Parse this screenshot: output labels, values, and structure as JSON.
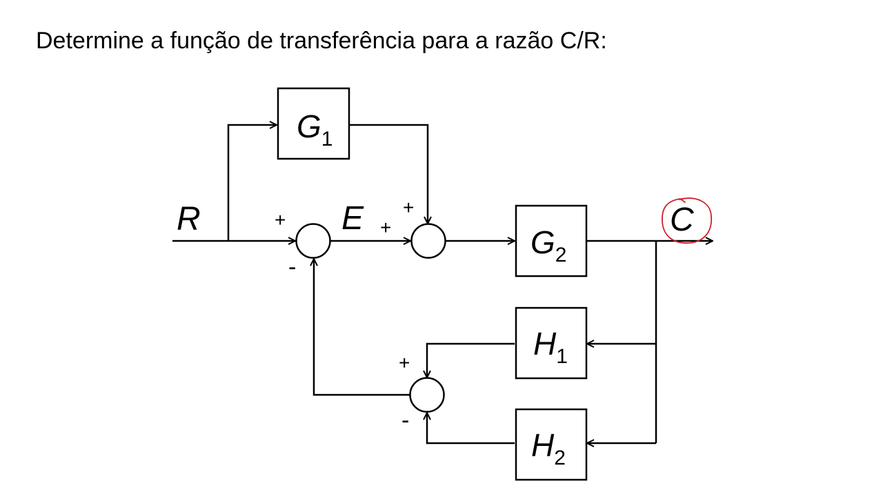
{
  "prompt": "Determine a função de transferência para a razão C/R:",
  "signals": {
    "input": "R",
    "error": "E",
    "output": "C"
  },
  "blocks": {
    "g1": {
      "name": "G",
      "sub": "1"
    },
    "g2": {
      "name": "G",
      "sub": "2"
    },
    "h1": {
      "name": "H",
      "sub": "1"
    },
    "h2": {
      "name": "H",
      "sub": "2"
    }
  },
  "signs": {
    "sum1_top": "+",
    "sum1_bottom": "-",
    "sum2_left": "+",
    "sum2_top": "+",
    "sum3_top": "+",
    "sum3_bottom": "-"
  },
  "colors": {
    "line": "#000000",
    "annotation": "#d0202a"
  }
}
